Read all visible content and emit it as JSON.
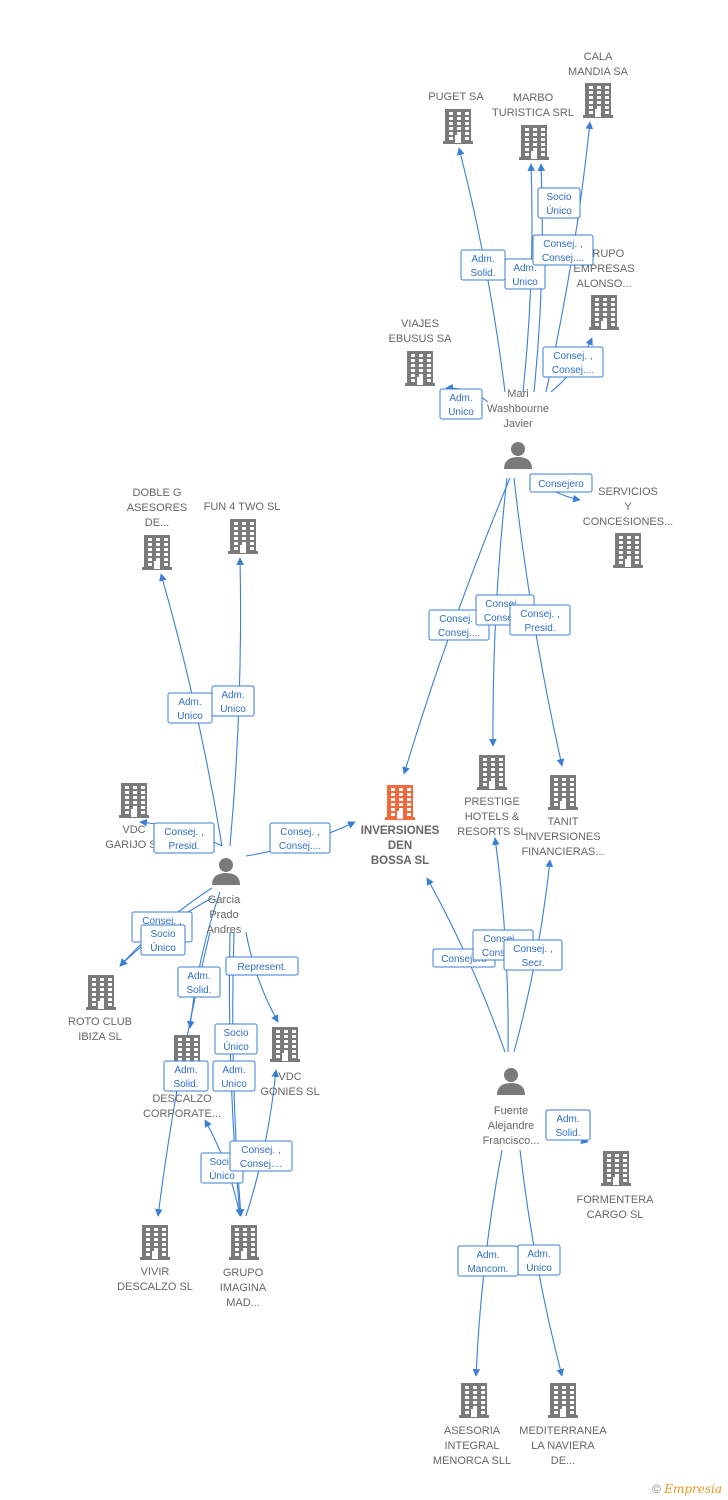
{
  "colors": {
    "edge": "#3a7fd5",
    "building": "#7a7a7a",
    "main_building": "#f26a3c",
    "person": "#7a7a7a"
  },
  "nodes": [
    {
      "id": "cala",
      "type": "company",
      "label": [
        "CALA",
        "MANDIA SA"
      ]
    },
    {
      "id": "puget",
      "type": "company",
      "label": [
        "PUGET SA"
      ]
    },
    {
      "id": "marbo",
      "type": "company",
      "label": [
        "MARBO",
        "TURISTICA SRL"
      ]
    },
    {
      "id": "grupoEA",
      "type": "company",
      "label": [
        "GRUPO",
        "EMPRESAS",
        "ALONSO..."
      ]
    },
    {
      "id": "viajes",
      "type": "company",
      "label": [
        "VIAJES",
        "EBUSUS SA"
      ]
    },
    {
      "id": "mari",
      "type": "person",
      "label": [
        "Mari",
        "Washbourne",
        "Javier"
      ]
    },
    {
      "id": "servicios",
      "type": "company",
      "label": [
        "SERVICIOS",
        "Y",
        "CONCESIONES..."
      ]
    },
    {
      "id": "doble",
      "type": "company",
      "label": [
        "DOBLE G",
        "ASESORES",
        "DE..."
      ]
    },
    {
      "id": "fun4two",
      "type": "company",
      "label": [
        "FUN 4 TWO SL"
      ]
    },
    {
      "id": "inversiones",
      "type": "main",
      "label": [
        "INVERSIONES",
        "DEN",
        "BOSSA SL"
      ]
    },
    {
      "id": "prestige",
      "type": "company",
      "label": [
        "PRESTIGE",
        "HOTELS &",
        "RESORTS SL"
      ]
    },
    {
      "id": "tanit",
      "type": "company",
      "label": [
        "TANIT",
        "INVERSIONES",
        "FINANCIERAS..."
      ]
    },
    {
      "id": "vdcgarijo",
      "type": "company",
      "label": [
        "VDC",
        "GARIJO SL"
      ]
    },
    {
      "id": "garcia",
      "type": "person",
      "label": [
        "Garcia",
        "Prado",
        "Andres"
      ]
    },
    {
      "id": "roto",
      "type": "company",
      "label": [
        "ROTO CLUB",
        "IBIZA SL"
      ]
    },
    {
      "id": "descalzo",
      "type": "company",
      "label": [
        "DESCALZO",
        "CORPORATE..."
      ]
    },
    {
      "id": "vdcgonies",
      "type": "company",
      "label": [
        "VDC",
        "GONIES SL"
      ]
    },
    {
      "id": "fuente",
      "type": "person",
      "label": [
        "Fuente",
        "Alejandre",
        "Francisco..."
      ]
    },
    {
      "id": "formentera",
      "type": "company",
      "label": [
        "FORMENTERA",
        "CARGO SL"
      ]
    },
    {
      "id": "vivir",
      "type": "company",
      "label": [
        "VIVIR",
        "DESCALZO SL"
      ]
    },
    {
      "id": "imagina",
      "type": "company",
      "label": [
        "GRUPO",
        "IMAGINA",
        "MAD..."
      ]
    },
    {
      "id": "asesoria",
      "type": "company",
      "label": [
        "ASESORIA",
        "INTEGRAL",
        "MENORCA SLL"
      ]
    },
    {
      "id": "mediterranea",
      "type": "company",
      "label": [
        "MEDITERRANEA",
        "LA NAVIERA",
        "DE..."
      ]
    }
  ],
  "edges": [
    {
      "from": "mari",
      "to": "puget",
      "label": [
        "Adm.",
        "Solid."
      ]
    },
    {
      "from": "mari",
      "to": "marbo",
      "label": [
        "Adm.",
        "Unico"
      ]
    },
    {
      "from": "mari",
      "to": "marbo",
      "label": [
        "Consej. ,",
        "Consej...."
      ]
    },
    {
      "from": "mari",
      "to": "cala",
      "label": [
        "Socio",
        "Único"
      ]
    },
    {
      "from": "mari",
      "to": "grupoEA",
      "label": [
        "Consej. ,",
        "Consej...."
      ]
    },
    {
      "from": "mari",
      "to": "viajes",
      "label": [
        "Adm.",
        "Unico"
      ]
    },
    {
      "from": "mari",
      "to": "servicios",
      "label": [
        "Consejero"
      ]
    },
    {
      "from": "mari",
      "to": "inversiones",
      "label": [
        "Consej. ,",
        "Consej...."
      ]
    },
    {
      "from": "mari",
      "to": "prestige",
      "label": [
        "Consej. ,",
        "Consej...."
      ]
    },
    {
      "from": "mari",
      "to": "tanit",
      "label": [
        "Consej. ,",
        "Presid."
      ]
    },
    {
      "from": "garcia",
      "to": "doble",
      "label": [
        "Adm.",
        "Unico"
      ]
    },
    {
      "from": "garcia",
      "to": "fun4two",
      "label": [
        "Adm.",
        "Unico"
      ]
    },
    {
      "from": "garcia",
      "to": "vdcgarijo",
      "label": [
        "Consej. ,",
        "Presid."
      ]
    },
    {
      "from": "garcia",
      "to": "inversiones",
      "label": [
        "Consej. ,",
        "Consej...."
      ]
    },
    {
      "from": "garcia",
      "to": "roto",
      "label": [
        "Consej. ,",
        "Consej...."
      ]
    },
    {
      "from": "garcia",
      "to": "roto",
      "label": [
        "Socio",
        "Único"
      ]
    },
    {
      "from": "garcia",
      "to": "descalzo",
      "label": [
        "Adm.",
        "Solid."
      ]
    },
    {
      "from": "garcia",
      "to": "vdcgonies",
      "label": [
        "Represent."
      ]
    },
    {
      "from": "garcia",
      "to": "vivir",
      "label": [
        "Adm.",
        "Solid."
      ]
    },
    {
      "from": "garcia",
      "to": "imagina",
      "label": [
        "Adm.",
        "Unico"
      ]
    },
    {
      "from": "garcia",
      "to": "imagina",
      "label": [
        "Socio",
        "Único"
      ]
    },
    {
      "from": "garcia",
      "to": "descalzo",
      "label": [
        "Socio",
        "Único"
      ]
    },
    {
      "from": "garcia",
      "to": "vdcgonies",
      "label": [
        "Consej. ,",
        "Consej...."
      ]
    },
    {
      "from": "fuente",
      "to": "inversiones",
      "label": [
        "Consejero"
      ]
    },
    {
      "from": "fuente",
      "to": "prestige",
      "label": [
        "Consej. ,",
        "Consej...."
      ]
    },
    {
      "from": "fuente",
      "to": "tanit",
      "label": [
        "Consej. ,",
        "Secr."
      ]
    },
    {
      "from": "fuente",
      "to": "formentera",
      "label": [
        "Adm.",
        "Solid."
      ]
    },
    {
      "from": "fuente",
      "to": "asesoria",
      "label": [
        "Adm.",
        "Mancom."
      ]
    },
    {
      "from": "fuente",
      "to": "mediterranea",
      "label": [
        "Adm.",
        "Unico"
      ]
    }
  ],
  "footer": {
    "copyright": "©",
    "brand": "Empresia"
  }
}
